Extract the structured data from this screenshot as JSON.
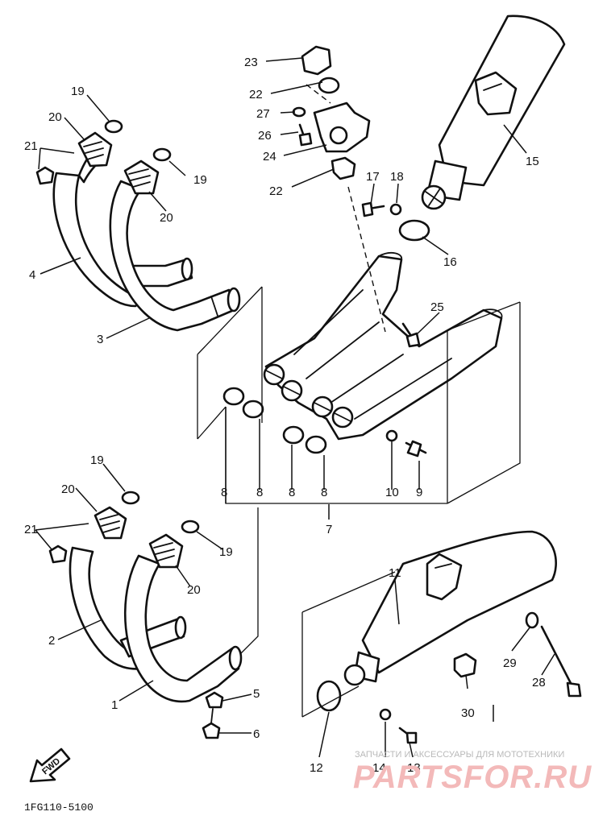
{
  "diagram": {
    "callouts": {
      "c1": "1",
      "c2": "2",
      "c3": "3",
      "c4": "4",
      "c5": "5",
      "c6": "6",
      "c7": "7",
      "c8a": "8",
      "c8b": "8",
      "c8c": "8",
      "c8d": "8",
      "c9": "9",
      "c10": "10",
      "c11": "11",
      "c12": "12",
      "c13": "13",
      "c14": "14",
      "c15": "15",
      "c16": "16",
      "c17": "17",
      "c18": "18",
      "c19a": "19",
      "c19b": "19",
      "c19c": "19",
      "c19d": "19",
      "c20a": "20",
      "c20b": "20",
      "c20c": "20",
      "c20d": "20",
      "c21a": "21",
      "c21b": "21",
      "c22a": "22",
      "c22b": "22",
      "c23": "23",
      "c24": "24",
      "c25": "25",
      "c26": "26",
      "c27": "27",
      "c28": "28",
      "c29": "29",
      "c30": "30"
    },
    "fwd_label": "FWD",
    "diagram_code": "1FG110-5100"
  },
  "watermark": {
    "line1": "ЗАПЧАСТИ И АКСЕССУАРЫ ДЛЯ МОТОТЕХНИКИ",
    "brand": "PARTSFOR.RU"
  }
}
